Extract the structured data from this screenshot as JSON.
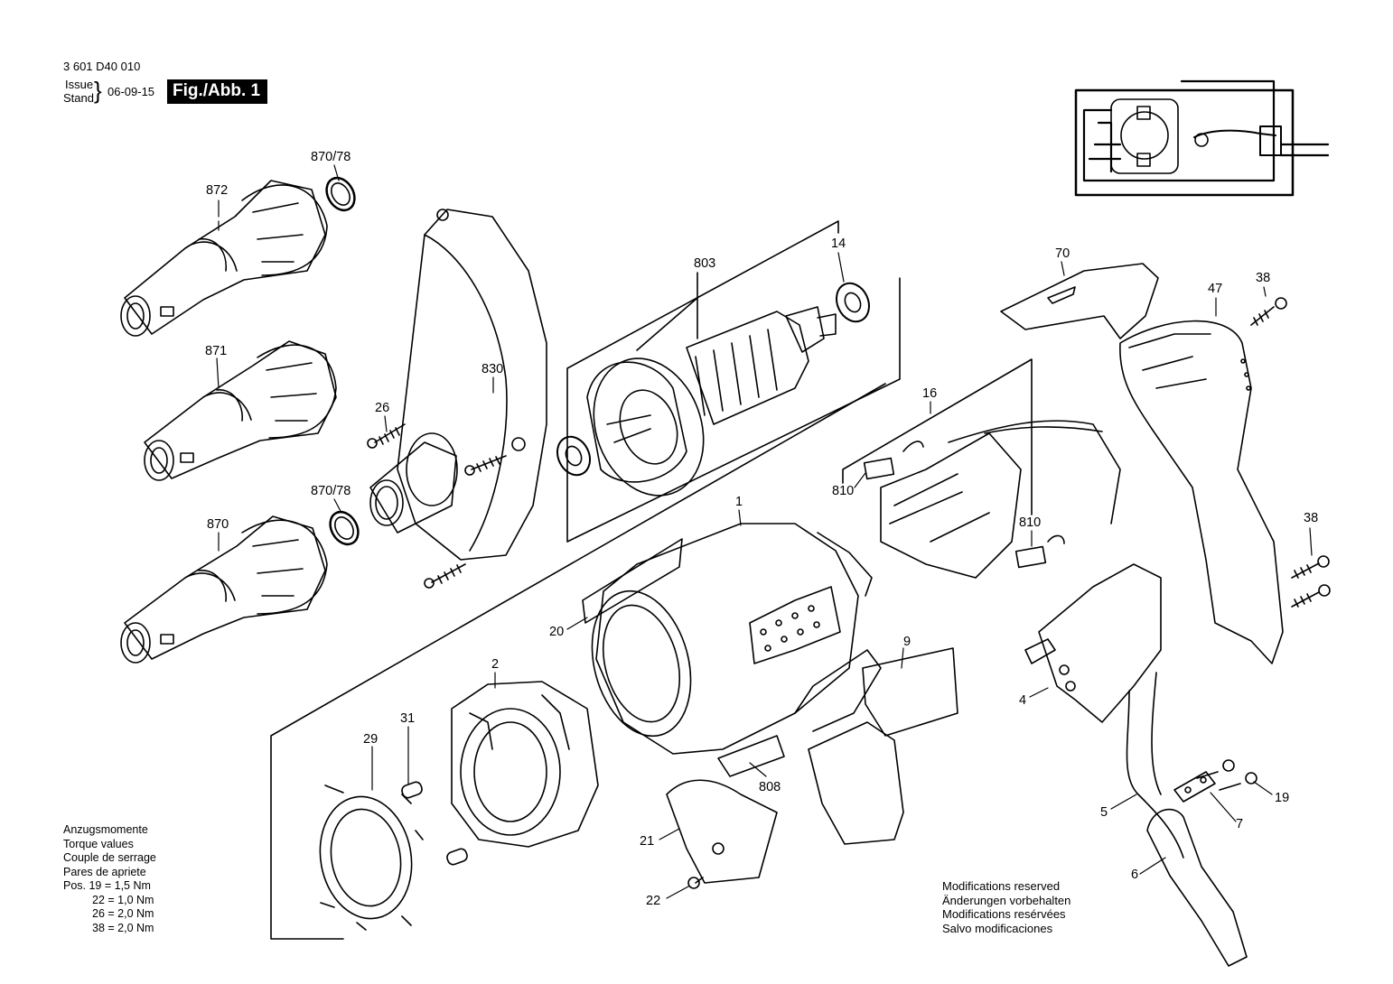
{
  "header": {
    "part_number": "3 601 D40 010",
    "issue_label": "Issue",
    "stand_label": "Stand",
    "date": "06-09-15",
    "figure": "Fig./Abb. 1"
  },
  "torque": {
    "lines": [
      "Anzugsmomente",
      "Torque values",
      "Couple de serrage",
      "Pares de apriete",
      "Pos. 19 = 1,5 Nm",
      "22 = 1,0 Nm",
      "26 = 2,0 Nm",
      "38 = 2,0 Nm"
    ]
  },
  "modifications": {
    "lines": [
      "Modifications reserved",
      "Änderungen vorbehalten",
      "Modifications resérvées",
      "Salvo modificaciones"
    ]
  },
  "callouts": {
    "p872": "872",
    "p870_78a": "870/78",
    "p871": "871",
    "p870_78b": "870/78",
    "p870": "870",
    "p26": "26",
    "p830": "830",
    "p803": "803",
    "p14": "14",
    "p70": "70",
    "p47": "47",
    "p38a": "38",
    "p38b": "38",
    "p16": "16",
    "p810a": "810",
    "p810b": "810",
    "p1": "1",
    "p20": "20",
    "p9": "9",
    "p2": "2",
    "p31": "31",
    "p29": "29",
    "p21": "21",
    "p22": "22",
    "p808": "808",
    "p4": "4",
    "p5": "5",
    "p6": "6",
    "p7": "7",
    "p19": "19"
  }
}
